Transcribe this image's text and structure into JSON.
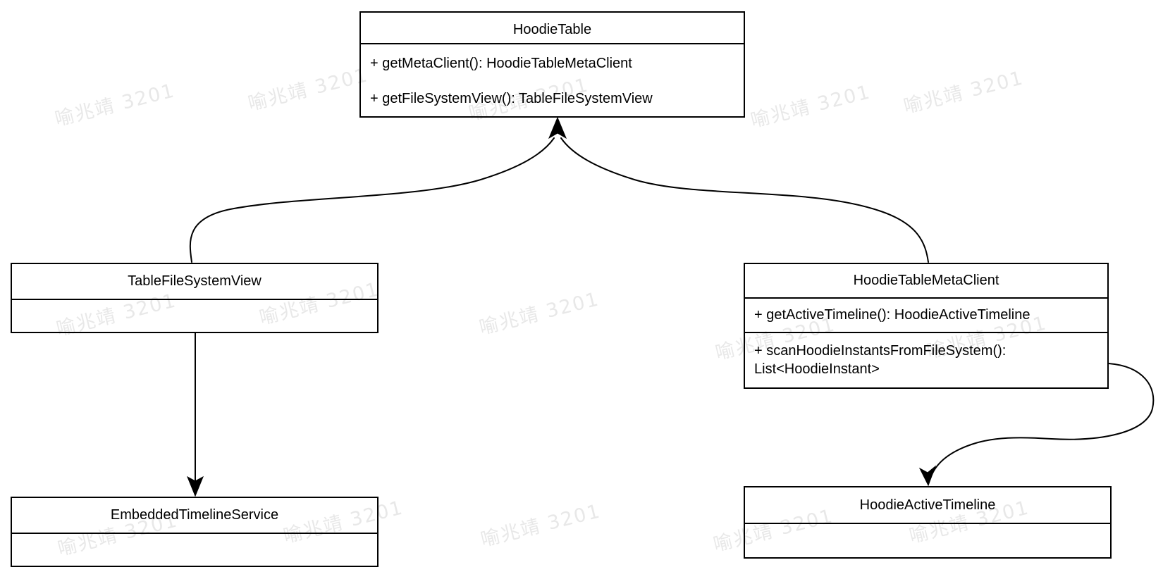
{
  "watermark": {
    "text": "喻兆靖 3201",
    "color": "#e8e8e8"
  },
  "classes": {
    "hoodie_table": {
      "title": "HoodieTable",
      "methods": [
        "+ getMetaClient(): HoodieTableMetaClient",
        "+ getFileSystemView(): TableFileSystemView"
      ]
    },
    "table_file_system_view": {
      "title": "TableFileSystemView"
    },
    "hoodie_table_meta_client": {
      "title": "HoodieTableMetaClient",
      "methods": [
        "+ getActiveTimeline(): HoodieActiveTimeline",
        "+ scanHoodieInstantsFromFileSystem(): List<HoodieInstant>"
      ]
    },
    "embedded_timeline_service": {
      "title": "EmbeddedTimelineService"
    },
    "hoodie_active_timeline": {
      "title": "HoodieActiveTimeline"
    }
  },
  "edges": [
    {
      "from": "TableFileSystemView",
      "to": "HoodieTable"
    },
    {
      "from": "HoodieTableMetaClient",
      "to": "HoodieTable"
    },
    {
      "from": "TableFileSystemView",
      "to": "EmbeddedTimelineService"
    },
    {
      "from": "HoodieTableMetaClient",
      "to": "HoodieActiveTimeline"
    }
  ]
}
